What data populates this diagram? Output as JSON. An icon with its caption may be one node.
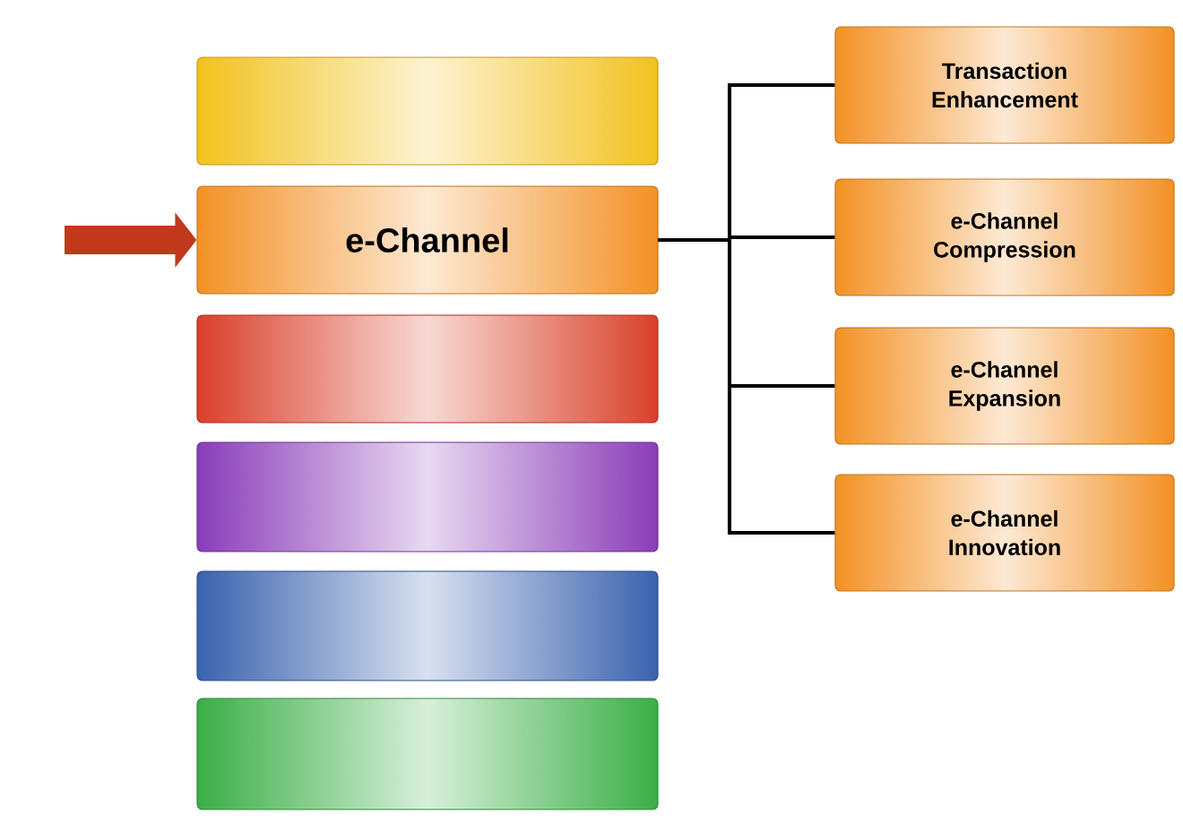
{
  "diagram": {
    "nodes": [
      {
        "text": [],
        "shape": "box"
      },
      {
        "text": [
          "e-Channel"
        ]
      },
      {
        "text": [],
        "shape": "box"
      },
      {
        "text": [],
        "shape": "box"
      },
      {
        "text": [],
        "shape": "box"
      },
      {
        "text": [],
        "shape": "box"
      },
      {
        "text": [
          "Transaction Enhancement"
        ]
      },
      {
        "text": [
          "e-Channel Compression"
        ]
      },
      {
        "text": [
          "e-Channel Expansion"
        ]
      },
      {
        "text": [
          "e-Channel Innovation"
        ]
      }
    ],
    "edges": [
      {
        "from": null,
        "to": 1,
        "arrow": "to",
        "style": "thick",
        "color": "#c0391b"
      },
      {
        "from": 1,
        "to": 6,
        "arrow": "none"
      },
      {
        "from": 1,
        "to": 7,
        "arrow": "none"
      },
      {
        "from": 1,
        "to": 8,
        "arrow": "none"
      },
      {
        "from": 1,
        "to": 9,
        "arrow": "none"
      }
    ]
  }
}
